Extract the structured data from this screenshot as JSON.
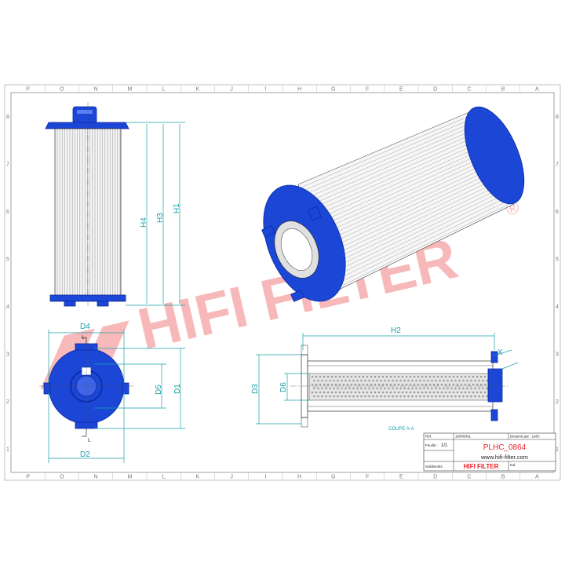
{
  "grid": {
    "columns": [
      "P",
      "O",
      "N",
      "M",
      "L",
      "K",
      "J",
      "I",
      "H",
      "G",
      "F",
      "E",
      "D",
      "C",
      "B",
      "A"
    ],
    "rows": [
      "8",
      "7",
      "6",
      "5",
      "4",
      "3",
      "2",
      "1"
    ]
  },
  "watermark": {
    "text": "HIFI FILTER",
    "registered": "®",
    "color": "#e8252b"
  },
  "dimensions": {
    "front": {
      "h1": "H1",
      "h3": "H3",
      "h4": "H4"
    },
    "top": {
      "d4": "D4",
      "d2": "D2",
      "d5": "D5",
      "d1": "D1",
      "section_mark": "L"
    },
    "section": {
      "h2": "H2",
      "x": "X",
      "d3": "D3",
      "d6": "D6",
      "caption": "COUPE A-A"
    }
  },
  "title_block": {
    "ref_label": "Réf.",
    "ref_value": "10000001",
    "checked_label": "Dessiné par : LMO",
    "sheet_label": "Feuille :",
    "sheet_value": "1/1",
    "part_number": "PLHC_0864",
    "website": "www.hifi-filter.com",
    "software_label": "Solidworks",
    "brand": "HIFI FILTER",
    "rev_label": "Ind"
  },
  "colors": {
    "part": "#1b46d6",
    "dimension": "#18a0a8",
    "brand_red": "#e8252b"
  }
}
